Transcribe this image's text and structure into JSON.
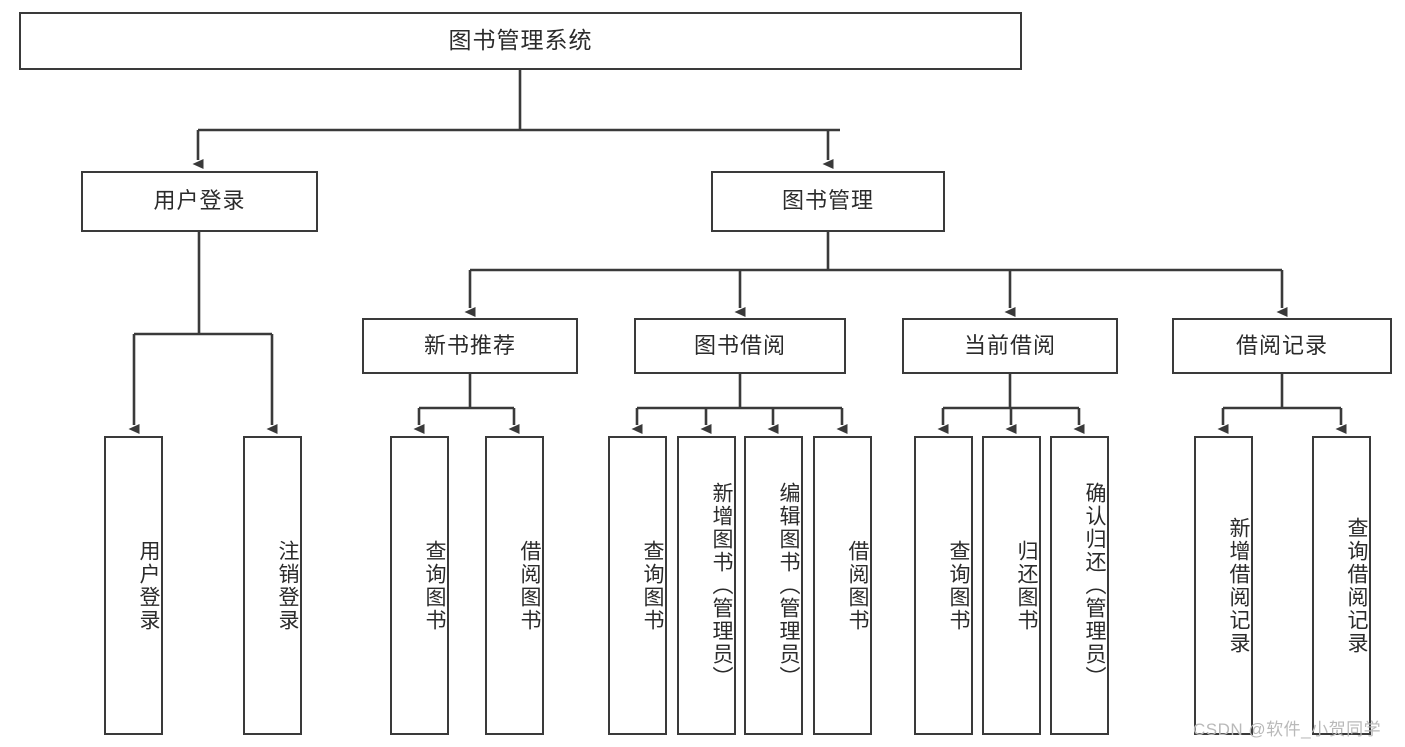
{
  "diagram": {
    "type": "tree-hierarchy",
    "title": "图书管理系统",
    "root": {
      "id": "root",
      "label": "图书管理系统"
    },
    "level1": [
      {
        "id": "user-login",
        "label": "用户登录"
      },
      {
        "id": "book-management",
        "label": "图书管理"
      }
    ],
    "level2": [
      {
        "id": "new-book-recommend",
        "label": "新书推荐",
        "parent": "book-management"
      },
      {
        "id": "book-borrow",
        "label": "图书借阅",
        "parent": "book-management"
      },
      {
        "id": "current-borrow",
        "label": "当前借阅",
        "parent": "book-management"
      },
      {
        "id": "borrow-record",
        "label": "借阅记录",
        "parent": "book-management"
      }
    ],
    "leaves": [
      {
        "id": "leaf-user-login",
        "label": "用户登录",
        "parent": "user-login"
      },
      {
        "id": "leaf-logout",
        "label": "注销登录",
        "parent": "user-login"
      },
      {
        "id": "leaf-query-book-1",
        "label": "查询图书",
        "parent": "new-book-recommend"
      },
      {
        "id": "leaf-borrow-book-1",
        "label": "借阅图书",
        "parent": "new-book-recommend"
      },
      {
        "id": "leaf-query-book-2",
        "label": "查询图书",
        "parent": "book-borrow"
      },
      {
        "id": "leaf-add-book",
        "label": "新增图书（管理员）",
        "parent": "book-borrow"
      },
      {
        "id": "leaf-edit-book",
        "label": "编辑图书（管理员）",
        "parent": "book-borrow"
      },
      {
        "id": "leaf-borrow-book-2",
        "label": "借阅图书",
        "parent": "book-borrow"
      },
      {
        "id": "leaf-query-book-3",
        "label": "查询图书",
        "parent": "current-borrow"
      },
      {
        "id": "leaf-return-book",
        "label": "归还图书",
        "parent": "current-borrow"
      },
      {
        "id": "leaf-confirm-return",
        "label": "确认归还（管理员）",
        "parent": "current-borrow"
      },
      {
        "id": "leaf-add-record",
        "label": "新增借阅记录",
        "parent": "borrow-record"
      },
      {
        "id": "leaf-query-record",
        "label": "查询借阅记录",
        "parent": "borrow-record"
      }
    ]
  },
  "watermark": {
    "text": "CSDN @软件_小贺同学"
  },
  "colors": {
    "stroke": "#3a3a3a",
    "text": "#2b2b2b",
    "background": "#ffffff",
    "watermark": "#b9b9b9"
  }
}
